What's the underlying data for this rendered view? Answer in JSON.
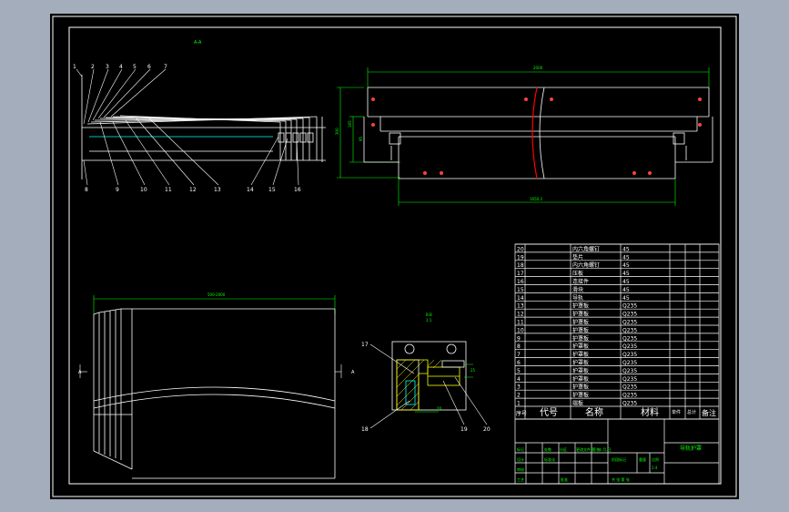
{
  "colors": {
    "background": "#a3adbb",
    "sheet": "#000000",
    "line": "#ffffff",
    "dimension": "#00ff00",
    "section_line": "#ff0000",
    "hatch": "#ffff00",
    "marker": "#ff4040",
    "leader": "#00ffff"
  },
  "view_labels": {
    "top_view": "A-A",
    "section_view": "B-B",
    "section_scale": "1:1",
    "arrow_left": "A",
    "arrow_right": "A"
  },
  "side_view": {
    "top_balloons": [
      "1",
      "2",
      "3",
      "4",
      "5",
      "6",
      "7"
    ],
    "bottom_balloons": [
      "8",
      "9",
      "10",
      "11",
      "12",
      "13",
      "14",
      "15",
      "16"
    ]
  },
  "section_view": {
    "balloons": [
      "17",
      "18",
      "19",
      "20"
    ],
    "dims": [
      "25",
      "20"
    ]
  },
  "dimensions": {
    "top_overall": "2000",
    "front_height": "300",
    "front_inner_height": "165",
    "front_small": "95",
    "bottom_width": "1650.2",
    "top_view_width": "500-2000"
  },
  "bom": {
    "rows": [
      {
        "no": "20",
        "name": "内六角螺钉",
        "material": "45"
      },
      {
        "no": "19",
        "name": "垫片",
        "material": "45"
      },
      {
        "no": "18",
        "name": "内六角螺钉",
        "material": "45"
      },
      {
        "no": "17",
        "name": "压板",
        "material": "45"
      },
      {
        "no": "16",
        "name": "连接件",
        "material": "45"
      },
      {
        "no": "15",
        "name": "滑块",
        "material": "45"
      },
      {
        "no": "14",
        "name": "导轨",
        "material": "45"
      },
      {
        "no": "13",
        "name": "护罩板",
        "material": "Q235"
      },
      {
        "no": "12",
        "name": "护罩板",
        "material": "Q235"
      },
      {
        "no": "11",
        "name": "护罩板",
        "material": "Q235"
      },
      {
        "no": "10",
        "name": "护罩板",
        "material": "Q235"
      },
      {
        "no": "9",
        "name": "护罩板",
        "material": "Q235"
      },
      {
        "no": "8",
        "name": "护罩板",
        "material": "Q235"
      },
      {
        "no": "7",
        "name": "护罩板",
        "material": "Q235"
      },
      {
        "no": "6",
        "name": "护罩板",
        "material": "Q235"
      },
      {
        "no": "5",
        "name": "护罩板",
        "material": "Q235"
      },
      {
        "no": "4",
        "name": "护罩板",
        "material": "Q235"
      },
      {
        "no": "3",
        "name": "护罩板",
        "material": "Q235"
      },
      {
        "no": "2",
        "name": "护罩板",
        "material": "Q235"
      },
      {
        "no": "1",
        "name": "端板",
        "material": "Q235"
      }
    ],
    "header": {
      "seq": "序号",
      "code": "代号",
      "name": "名称",
      "material": "材料",
      "single_weight": "单件",
      "total_weight": "总计",
      "remark": "备注"
    }
  },
  "title_block": {
    "drawing_name": "导轨护罩",
    "row1": [
      "标记",
      "处数",
      "分区",
      "更改文件号",
      "签名",
      "年.月.日"
    ],
    "design": "设计",
    "review": "审核",
    "process": "工艺",
    "standardize": "标准化",
    "approve": "批准",
    "stage": "阶段标记",
    "weight": "重量",
    "scale": "比例",
    "scale_value": "1:4",
    "sheets": "共  张  第  张"
  }
}
